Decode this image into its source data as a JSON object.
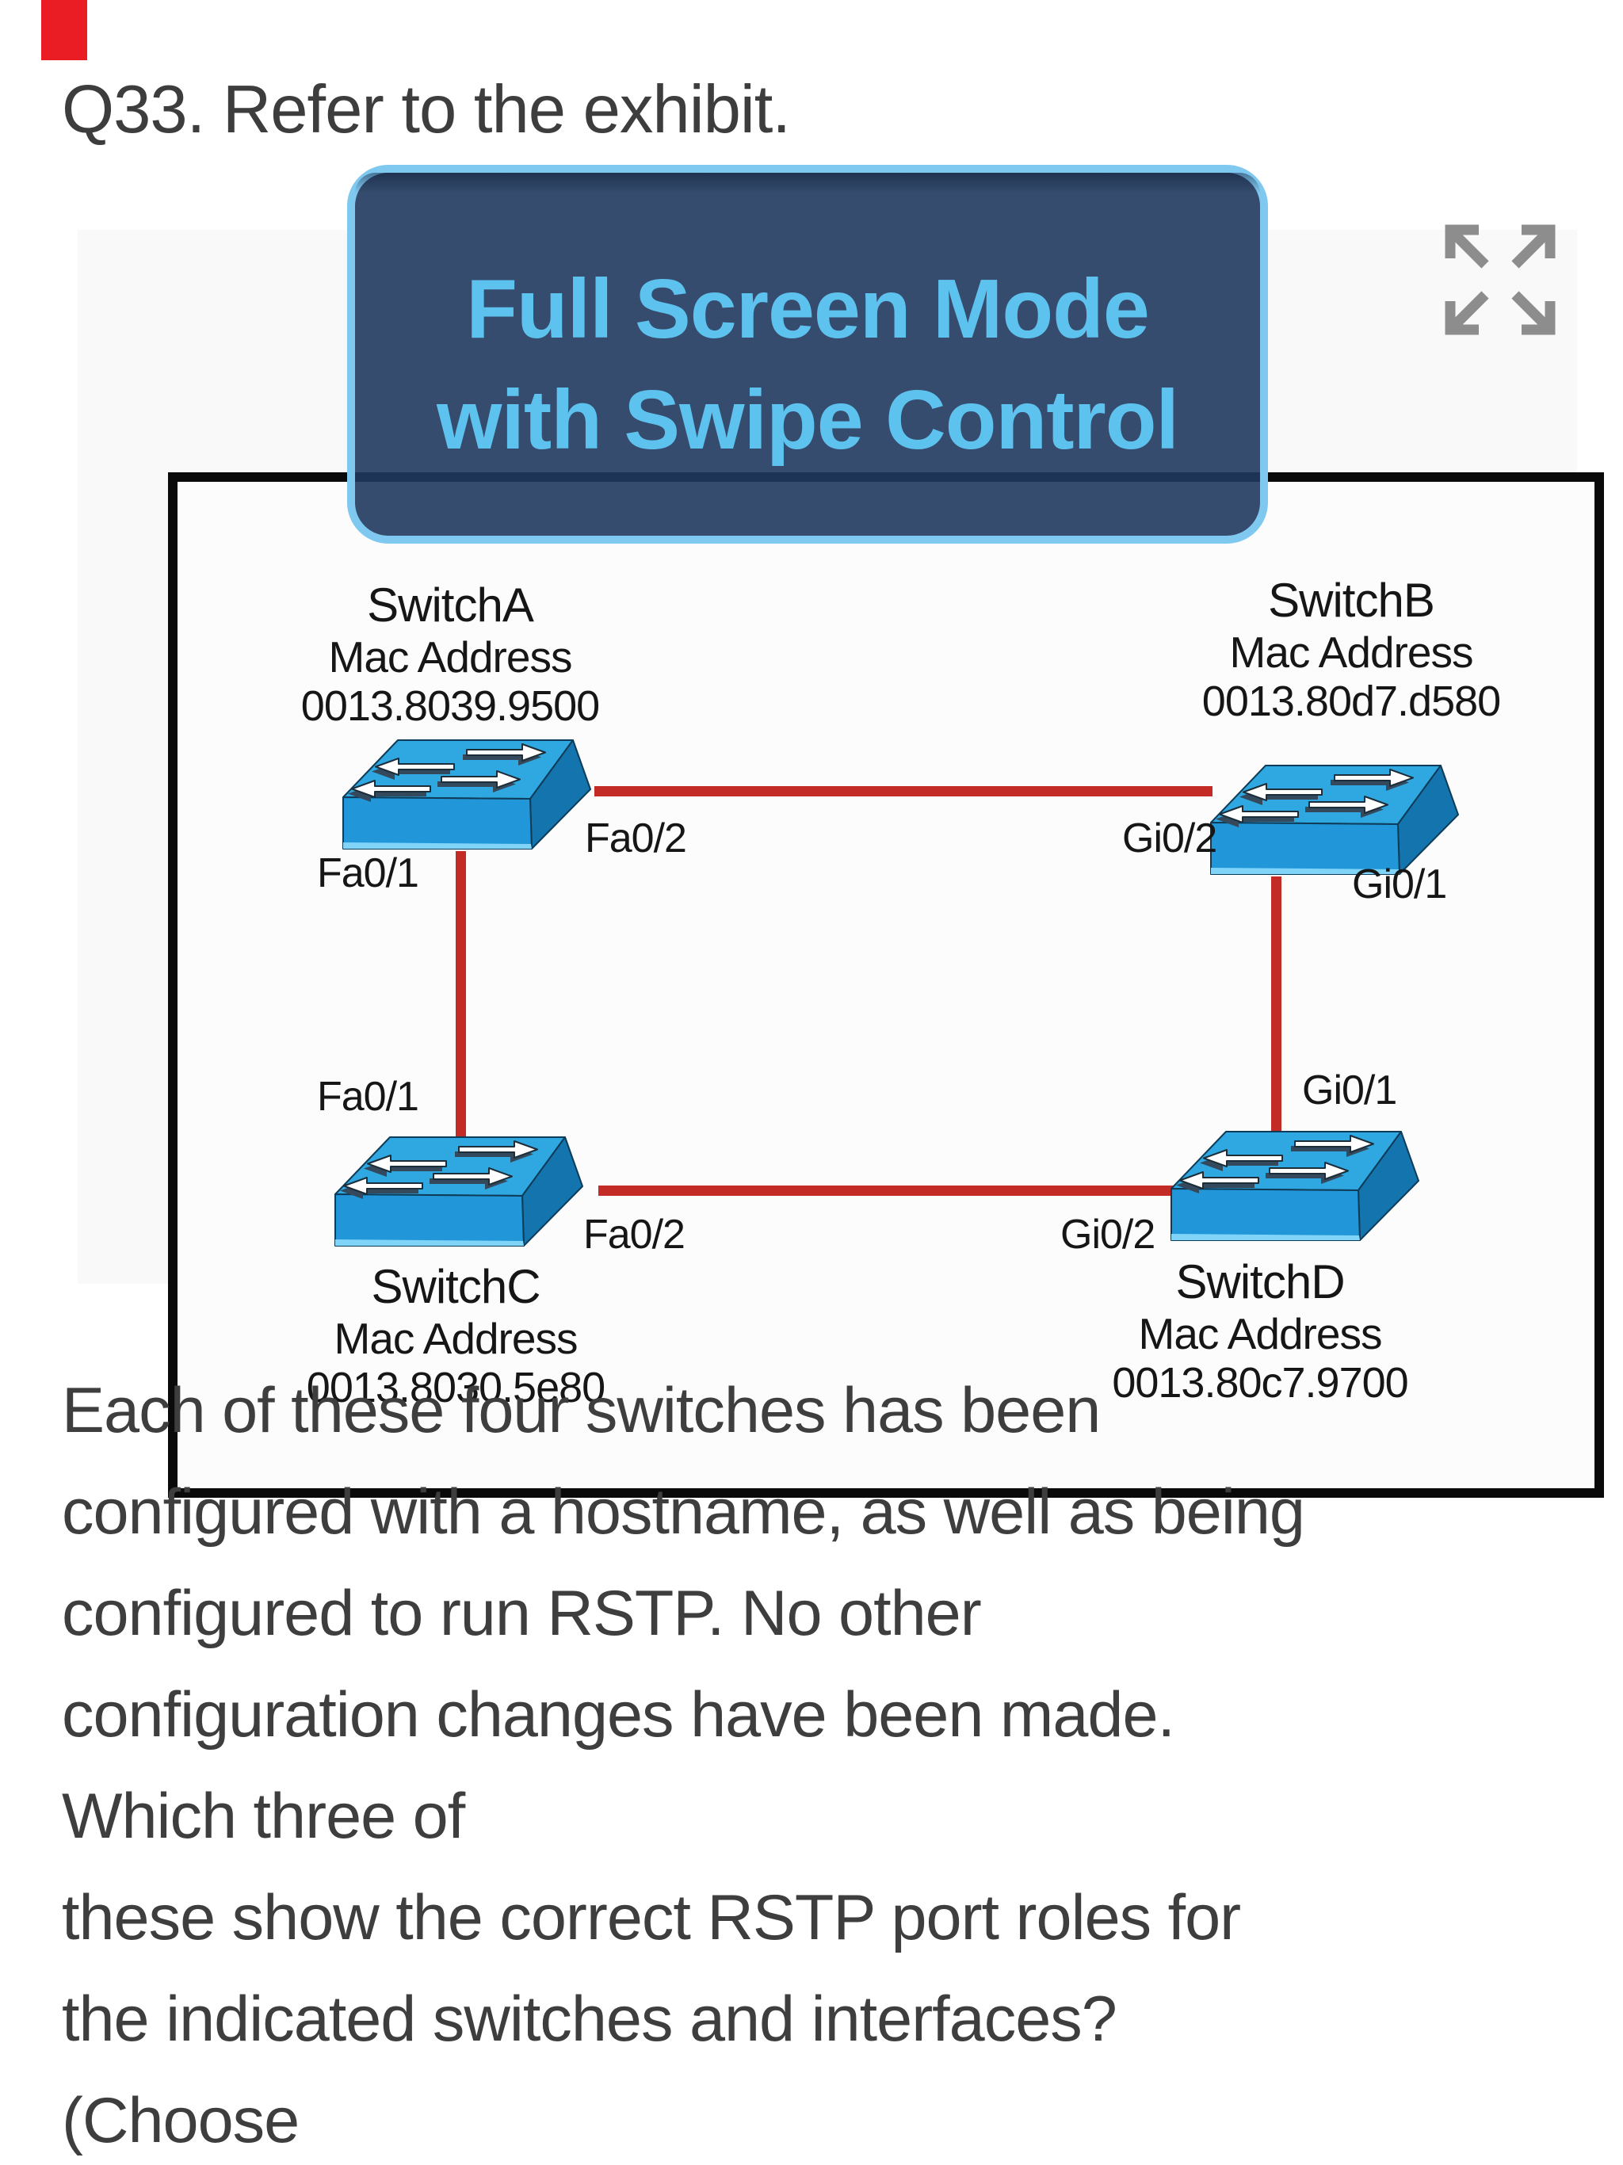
{
  "marker": {
    "color": "#ea1d25"
  },
  "question": {
    "title": "Q33. Refer to the exhibit.",
    "body": "Each of these four switches has been\nconfigured with a hostname, as well as being\nconfigured to run RSTP. No other\nconfiguration changes have been made.\nWhich three of\nthese show the correct RSTP port roles for\nthe indicated switches and interfaces?\n(Choose"
  },
  "overlay": {
    "line1": "Full Screen Mode",
    "line2": "with Swipe Control",
    "text_color": "#5ec2ef",
    "border_color": "#7fc8ef",
    "fill_color": "rgba(31,57,94,0.9)"
  },
  "icons": {
    "fullscreen": "fullscreen-expand-icon",
    "switch": "cisco-switch-icon",
    "icon_color": "#8d8d8d"
  },
  "diagram": {
    "link_color": "#c22b26",
    "switch_a": {
      "name": "SwitchA",
      "mac_label": "Mac Address",
      "mac": "0013.8039.9500"
    },
    "switch_b": {
      "name": "SwitchB",
      "mac_label": "Mac Address",
      "mac": "0013.80d7.d580"
    },
    "switch_c": {
      "name": "SwitchC",
      "mac_label": "Mac Address",
      "mac": "0013.8030.5e80"
    },
    "switch_d": {
      "name": "SwitchD",
      "mac_label": "Mac Address",
      "mac": "0013.80c7.9700"
    },
    "ports": {
      "a1": "Fa0/1",
      "a2": "Fa0/2",
      "b2": "Gi0/2",
      "b1": "Gi0/1",
      "c1": "Fa0/1",
      "c2": "Fa0/2",
      "d2": "Gi0/2",
      "d1": "Gi0/1"
    }
  }
}
